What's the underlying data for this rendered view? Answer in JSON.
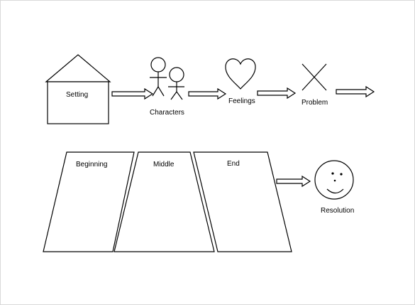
{
  "diagram": {
    "labels": {
      "setting": "Setting",
      "characters": "Characters",
      "feelings": "Feelings",
      "problem": "Problem",
      "beginning": "Beginning",
      "middle": "Middle",
      "end": "End",
      "resolution": "Resolution"
    },
    "icons": {
      "setting": "house-icon",
      "characters": "stick-figures-icon",
      "feelings": "heart-icon",
      "problem": "x-cross-icon",
      "resolution": "smiley-face-icon"
    },
    "colors": {
      "line": "#000000",
      "background": "#ffffff"
    }
  }
}
